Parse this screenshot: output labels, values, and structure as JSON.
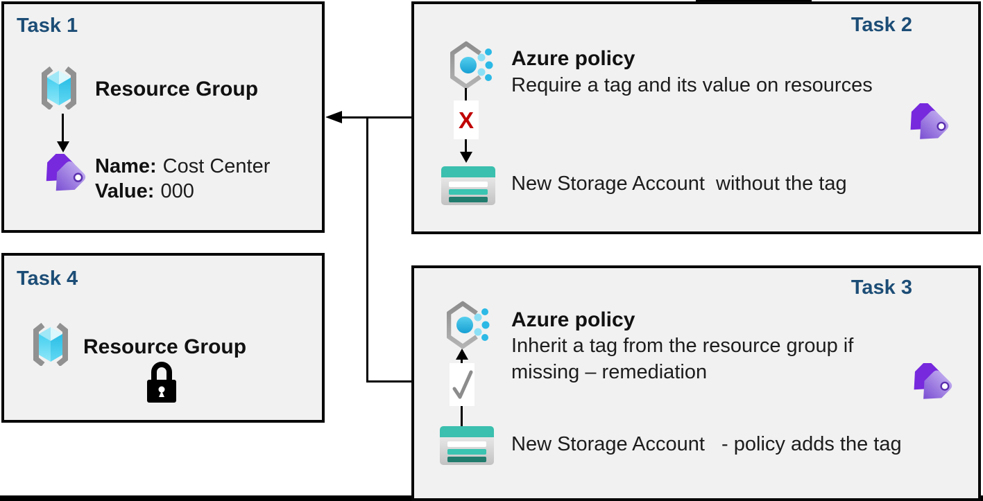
{
  "palette": {
    "box_fill": "#f1f1f1",
    "box_border": "#060606",
    "task_title_blue": "#1c4d76",
    "reject_x_red": "#c00000",
    "policy_dot_blue": "#2cb9e5",
    "policy_hex_gray": "#9b9b9b",
    "storage_teal": "#3bbfae",
    "storage_teal_dark": "#217c6e",
    "tag_purple_dark": "#7629dd",
    "tag_purple_light": "#b9a1ec",
    "check_gray": "#8c8c8c"
  },
  "tasks": {
    "task1": {
      "title": "Task 1",
      "resource_group_label": "Resource Group",
      "tag": {
        "name_label": "Name:",
        "name_value": "Cost Center",
        "value_label": "Value:",
        "value_value": "000"
      }
    },
    "task2": {
      "title": "Task 2",
      "policy_title": "Azure policy",
      "policy_description": "Require a tag and its value on resources",
      "denied_marker": "X",
      "storage_caption": "New Storage Account  without the tag"
    },
    "task3": {
      "title": "Task 3",
      "policy_title": "Azure policy",
      "policy_description_line1": "Inherit a tag from the resource group if",
      "policy_description_line2": "missing – remediation",
      "storage_caption": "New Storage Account   - policy adds the tag"
    },
    "task4": {
      "title": "Task 4",
      "resource_group_label": "Resource Group"
    }
  },
  "icons": {
    "resource_group": "resource-group-icon",
    "azure_policy": "azure-policy-icon",
    "storage_account": "storage-account-icon",
    "tag": "tag-icon",
    "lock": "lock-icon",
    "check": "checkmark-icon",
    "denied": "denied-x-marker",
    "arrow": "flow-arrow"
  }
}
